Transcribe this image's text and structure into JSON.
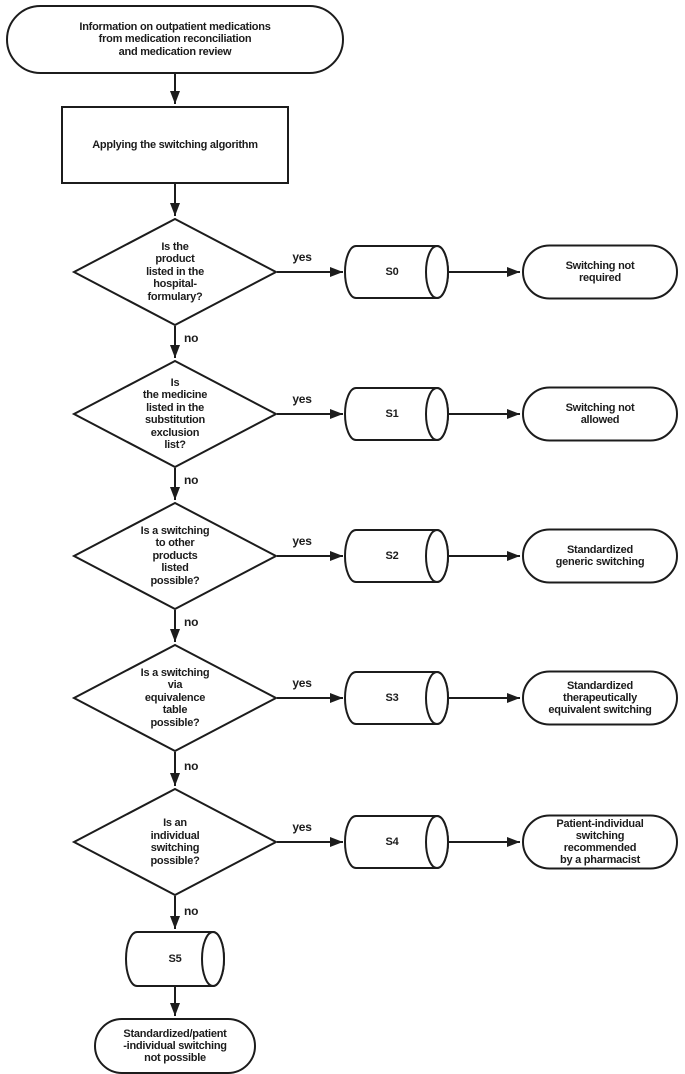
{
  "labels": {
    "yes": "yes",
    "no": "no"
  },
  "nodes": {
    "start": "Information on outpatient medications\nfrom medication reconciliation\nand medication review",
    "process": "Applying the switching algorithm",
    "final_step": "S5",
    "final_outcome": "Standardized/patient\n-individual switching\nnot possible"
  },
  "rows": [
    {
      "question": "Is the\nproduct\nlisted in the\nhospital-\nformulary?",
      "step": "S0",
      "outcome": "Switching not\nrequired"
    },
    {
      "question": "Is\nthe medicine\nlisted in the\nsubstitution\nexclusion\nlist?",
      "step": "S1",
      "outcome": "Switching not\nallowed"
    },
    {
      "question": "Is a switching\nto other\nproducts\nlisted\npossible?",
      "step": "S2",
      "outcome": "Standardized\ngeneric switching"
    },
    {
      "question": "Is a switching\nvia\nequivalence\ntable\npossible?",
      "step": "S3",
      "outcome": "Standardized\ntherapeutically\nequivalent switching"
    },
    {
      "question": "Is an\nindividual\nswitching\npossible?",
      "step": "S4",
      "outcome": "Patient-individual\nswitching\nrecommended\nby a pharmacist"
    }
  ],
  "colors": {
    "stroke": "#1c1c1c",
    "background": "#ffffff",
    "text": "#1c1c1c"
  }
}
